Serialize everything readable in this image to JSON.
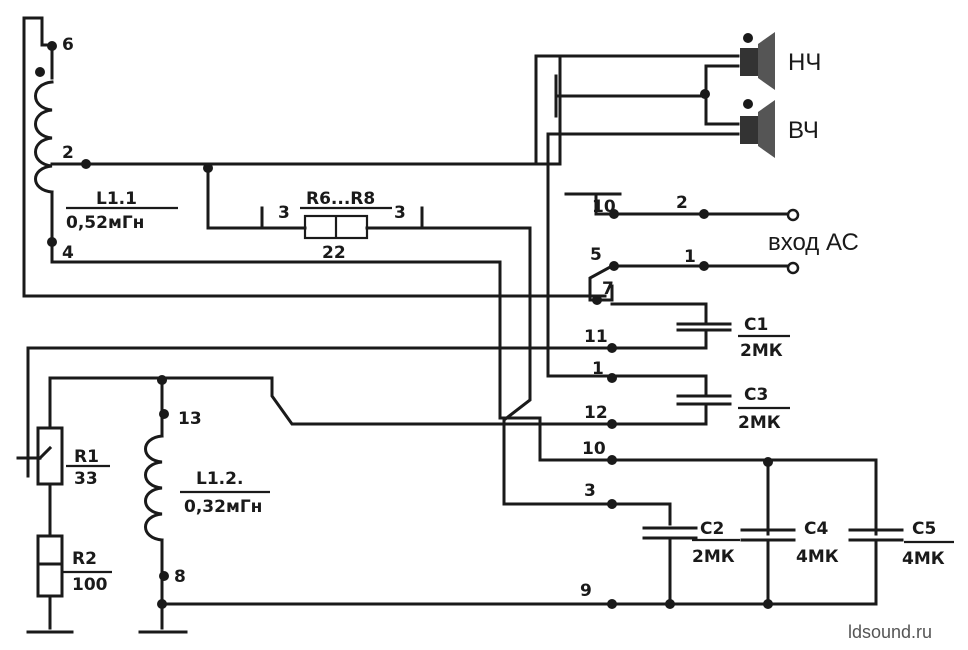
{
  "labels": {
    "pin6": "6",
    "pin2_l": "2",
    "pin4_l": "4",
    "l1_1": "L1.1",
    "l1_1_val": "0,52мГн",
    "r6r8": "R6...R8",
    "r6r8_val": "22",
    "r_left_pin": "3",
    "r_right_pin": "3",
    "nch": "НЧ",
    "vch": "ВЧ",
    "p10": "10",
    "p2": "2",
    "p5": "5",
    "p1a": "1",
    "p7": "7",
    "vhod": "вход АС",
    "c1": "C1",
    "c1_val": "2МК",
    "p11": "11",
    "p1b": "1",
    "c3": "C3",
    "c3_val": "2МК",
    "p12": "12",
    "p10b": "10",
    "p3": "3",
    "c2": "C2",
    "c2_val": "2МК",
    "c4": "C4",
    "c4_val": "4МК",
    "c5": "C5",
    "c5_val": "4МК",
    "p9": "9",
    "p13": "13",
    "l1_2": "L1.2.",
    "l1_2_val": "0,32мГн",
    "p8": "8",
    "r1": "R1",
    "r1_val": "33",
    "r2": "R2",
    "r2_val": "100",
    "watermark": "ldsound.ru"
  },
  "colors": {
    "ink": "#1a1a1a",
    "watermark": "#555555"
  }
}
